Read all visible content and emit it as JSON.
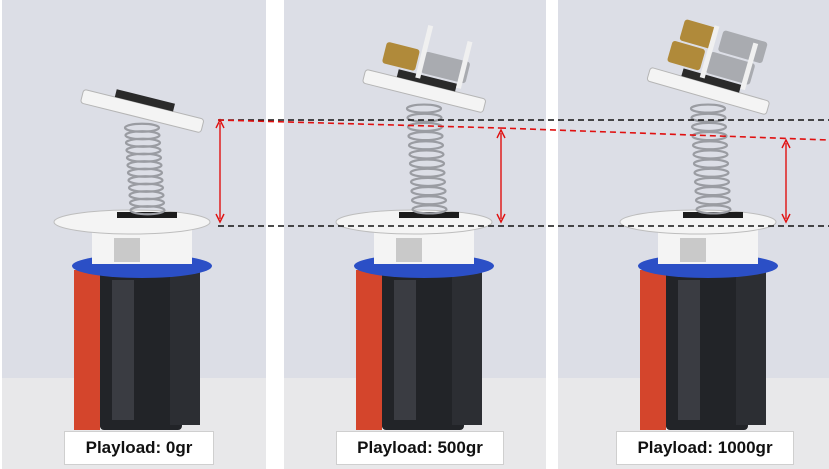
{
  "panels": [
    {
      "label": "Playload: 0gr",
      "payload_discs": 0
    },
    {
      "label": "Playload: 500gr",
      "payload_discs": 1
    },
    {
      "label": "Playload: 1000gr",
      "payload_discs": 2
    }
  ],
  "colors": {
    "background_wall": "#dcdee6",
    "floor": "#e8e8ea",
    "red_frame": "#d4452c",
    "blue_ring": "#2b4fc6",
    "motor_black": "#222428",
    "white_parts": "#f4f4f4",
    "spring": "#9a9ca2",
    "brass_weight": "#b08a3a",
    "reference_line_black": "#111111",
    "reference_line_red": "#e01010"
  }
}
